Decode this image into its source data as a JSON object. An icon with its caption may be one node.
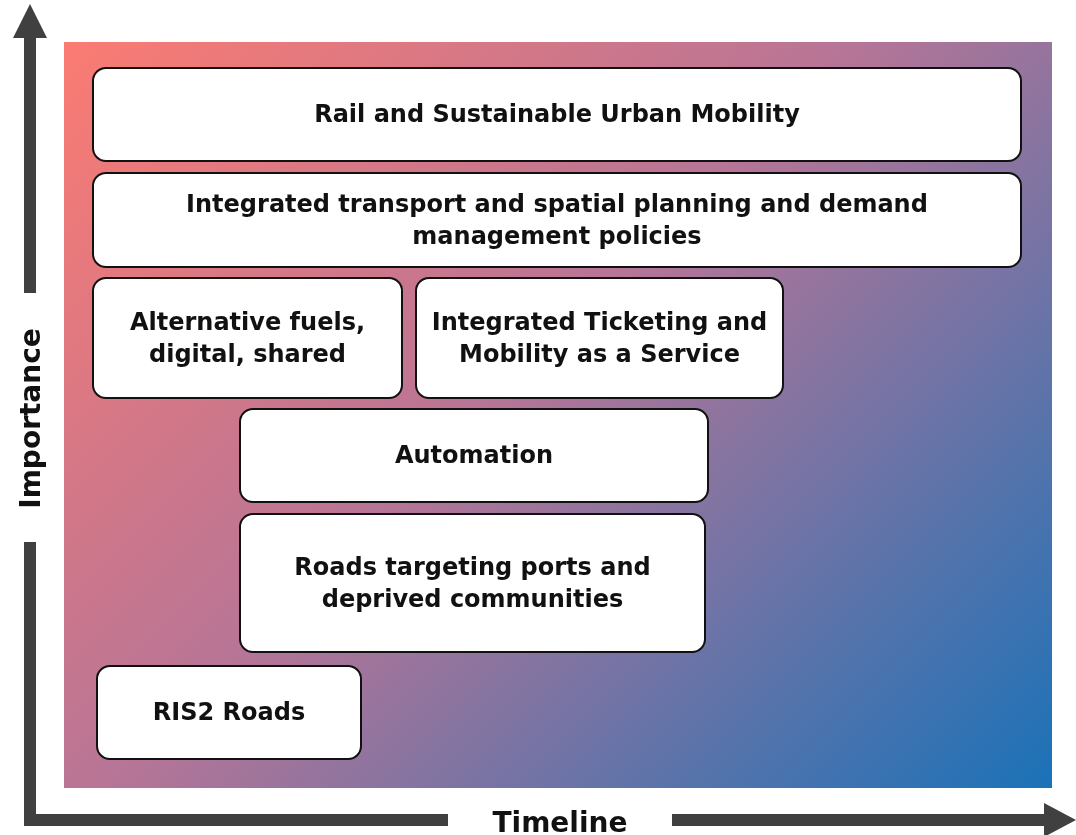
{
  "diagram": {
    "nodes": [
      {
        "text": [
          "Rail and Sustainable Urban Mobility"
        ]
      },
      {
        "text": [
          "Integrated transport and spatial planning and demand management policies"
        ]
      },
      {
        "text": [
          "Alternative fuels, digital, shared"
        ]
      },
      {
        "text": [
          "Integrated Ticketing and Mobility as a Service"
        ]
      },
      {
        "text": [
          "Automation"
        ]
      },
      {
        "text": [
          "Roads targeting ports and deprived communities"
        ]
      },
      {
        "text": [
          "RIS2 Roads"
        ]
      }
    ],
    "labels": [
      "Importance",
      "Timeline"
    ]
  }
}
